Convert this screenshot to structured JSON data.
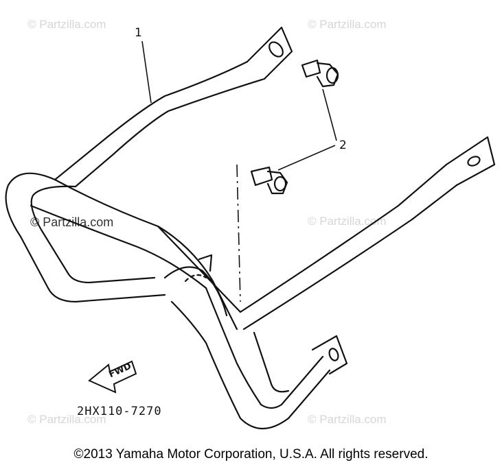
{
  "watermark": {
    "text": "© Partzilla.com"
  },
  "callouts": {
    "part1": "1",
    "part2": "2"
  },
  "fwd_label": "FWD",
  "part_number": "2HX110-7270",
  "copyright": "©2013  Yamaha Motor Corporation, U.S.A. All rights reserved.",
  "colors": {
    "line": "#111111",
    "watermark": "#d6d6d6"
  }
}
